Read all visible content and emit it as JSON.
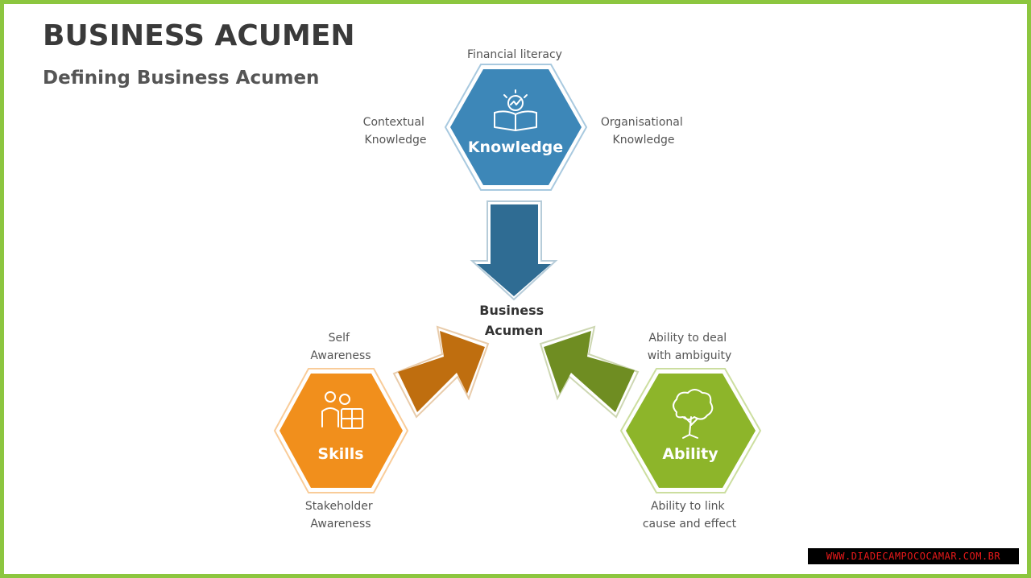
{
  "slide": {
    "title": "BUSINESS ACUMEN",
    "subtitle": "Defining Business Acumen"
  },
  "center": {
    "line1": "Business",
    "line2": "Acumen"
  },
  "knowledge": {
    "label": "Knowledge",
    "icon": "book-idea-icon",
    "color": "#3d87b8",
    "top_label": "Financial literacy",
    "left_label": [
      "Contextual",
      "Knowledge"
    ],
    "right_label": [
      "Organisational",
      "Knowledge"
    ]
  },
  "skills": {
    "label": "Skills",
    "icon": "people-puzzle-icon",
    "color": "#f18f1c",
    "top_label": [
      "Self",
      "Awareness"
    ],
    "bottom_label": [
      "Stakeholder",
      "Awareness"
    ]
  },
  "ability": {
    "label": "Ability",
    "icon": "tree-brain-icon",
    "color": "#8db52a",
    "top_label": [
      "Ability to deal",
      "with ambiguity"
    ],
    "bottom_label": [
      "Ability to link",
      "cause and effect"
    ]
  },
  "arrows": {
    "knowledge_color": "#2f6c93",
    "skills_color": "#bf6e0f",
    "ability_color": "#6f8d22"
  },
  "frame_color": "#8cc63f",
  "watermark": "WWW.DIADECAMPOCOCAMAR.COM.BR"
}
